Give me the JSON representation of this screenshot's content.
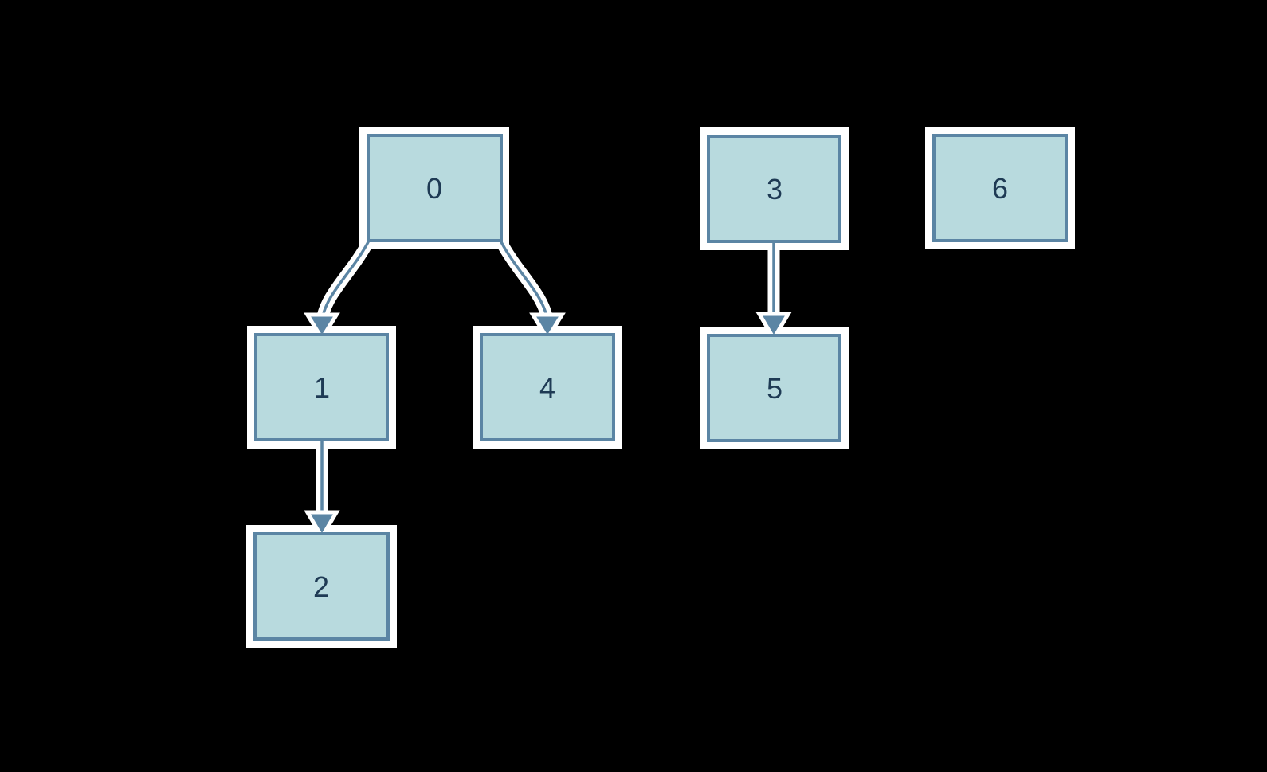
{
  "diagram": {
    "type": "flowchart",
    "background_color": "#000000",
    "node_fill_color": "#b8dade",
    "node_border_color": "#5b85a4",
    "edge_color": "#5b85a4",
    "label_color": "#1e3a54",
    "halo_color": "#ffffff",
    "nodes": [
      {
        "id": "0",
        "label": "0"
      },
      {
        "id": "1",
        "label": "1"
      },
      {
        "id": "2",
        "label": "2"
      },
      {
        "id": "3",
        "label": "3"
      },
      {
        "id": "4",
        "label": "4"
      },
      {
        "id": "5",
        "label": "5"
      },
      {
        "id": "6",
        "label": "6"
      }
    ],
    "edges": [
      {
        "from": "0",
        "to": "1"
      },
      {
        "from": "0",
        "to": "4"
      },
      {
        "from": "1",
        "to": "2"
      },
      {
        "from": "3",
        "to": "5"
      }
    ]
  }
}
